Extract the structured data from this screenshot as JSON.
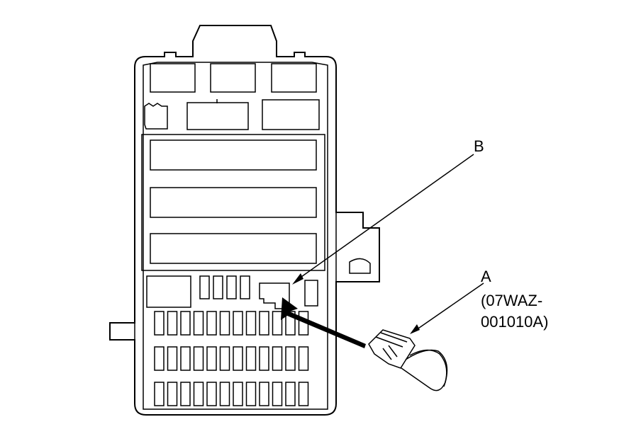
{
  "labels": {
    "b": "B",
    "a": "A",
    "a_part_line1": "(07WAZ-",
    "a_part_line2": "001010A)"
  },
  "colors": {
    "line": "#000000",
    "background": "#ffffff"
  }
}
